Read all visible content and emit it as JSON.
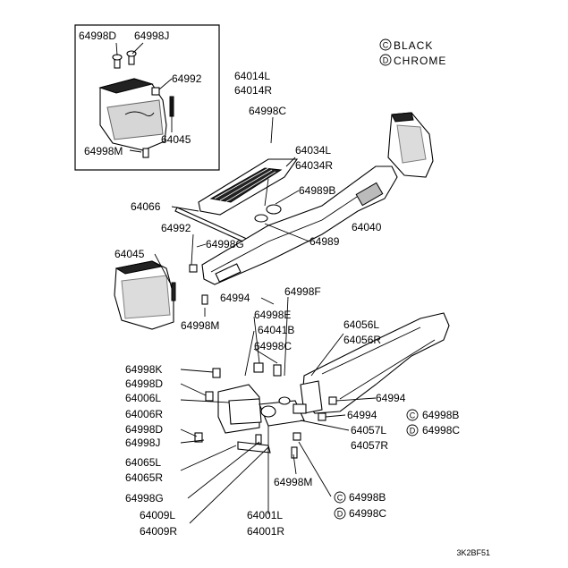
{
  "legend": {
    "black_symbol": "C",
    "black_label": "BLACK",
    "chrome_symbol": "D",
    "chrome_label": "CHROME"
  },
  "labels": {
    "p64998D_top": "64998D",
    "p64998J_top": "64998J",
    "p64992_inset": "64992",
    "p64045_inset": "64045",
    "p64998M_inset": "64998M",
    "p64014L": "64014L",
    "p64014R": "64014R",
    "p64998C_a": "64998C",
    "p64034L": "64034L",
    "p64034R": "64034R",
    "p64989B": "64989B",
    "p64066": "64066",
    "p64992": "64992",
    "p64998G_a": "64998G",
    "p64989": "64989",
    "p64040": "64040",
    "p64045": "64045",
    "p64994_a": "64994",
    "p64998F": "64998F",
    "p64998M_a": "64998M",
    "p64998E": "64998E",
    "p64041B": "64041B",
    "p64998C_b": "64998C",
    "p64056L": "64056L",
    "p64056R": "64056R",
    "p64998K": "64998K",
    "p64998D_a": "64998D",
    "p64006L": "64006L",
    "p64006R": "64006R",
    "p64994_b": "64994",
    "p64994_c": "64994",
    "p64998B_a": "64998B",
    "p64998C_c": "64998C",
    "p64057L": "64057L",
    "p64057R": "64057R",
    "p64998D_b": "64998D",
    "p64998J_a": "64998J",
    "p64065L": "64065L",
    "p64065R": "64065R",
    "p64998G_b": "64998G",
    "p64998M_b": "64998M",
    "p64998B_b": "64998B",
    "p64998C_d": "64998C",
    "p64009L": "64009L",
    "p64009R": "64009R",
    "p64001L": "64001L",
    "p64001R": "64001R",
    "circle_C": "C",
    "circle_D": "D",
    "figure_code": "3K2BF51"
  }
}
